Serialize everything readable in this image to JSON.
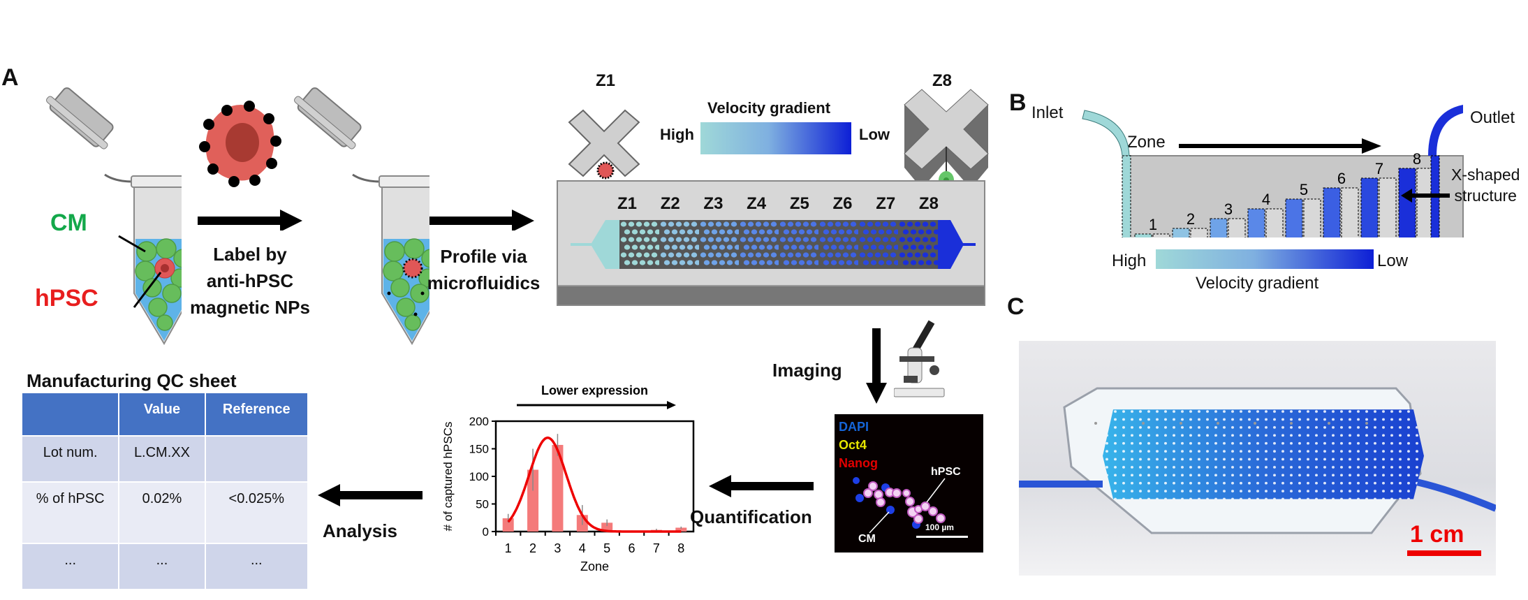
{
  "panels": {
    "a": "A",
    "b": "B",
    "c": "C"
  },
  "panel_a": {
    "tube_labels": {
      "cm": "CM",
      "hpsc": "hPSC"
    },
    "step1_label": [
      "Label by",
      "anti-hPSC",
      "magnetic NPs"
    ],
    "step2_label": [
      "Profile via",
      "microfluidics"
    ],
    "cross_z1": "Z1",
    "cross_z8": "Z8",
    "velocity_title": "Velocity gradient",
    "velocity_high": "High",
    "velocity_low": "Low",
    "zones": [
      "Z1",
      "Z2",
      "Z3",
      "Z4",
      "Z5",
      "Z6",
      "Z7",
      "Z8"
    ],
    "zone_colors": [
      "#9fd8d8",
      "#8fc3e3",
      "#6fa3e8",
      "#5a88e8",
      "#4b74e6",
      "#3b5fe3",
      "#2a48df",
      "#1a2fd9"
    ],
    "imaging_label": "Imaging",
    "quantification_label": "Quantification",
    "analysis_label": "Analysis",
    "fluorescence": {
      "dapi": "DAPI",
      "oct4": "Oct4",
      "nanog": "Nanog",
      "hpsc_label": "hPSC",
      "cm_label": "CM",
      "scale_bar": "100 µm",
      "colors": {
        "dapi": "#1565d8",
        "oct4": "#e6e600",
        "nanog": "#e00000"
      }
    },
    "qc_sheet": {
      "title": "Manufacturing QC sheet",
      "headers": [
        "",
        "Value",
        "Reference"
      ],
      "rows": [
        [
          "Lot num.",
          "L.CM.XX",
          ""
        ],
        [
          "% of hPSC",
          "0.02%",
          "<0.025%"
        ],
        [
          "...",
          "...",
          "..."
        ]
      ]
    }
  },
  "chart_data": {
    "type": "bar",
    "title": "Lower expression",
    "xlabel": "Zone",
    "ylabel": "# of captured hPSCs",
    "categories": [
      "1",
      "2",
      "3",
      "4",
      "5",
      "6",
      "7",
      "8"
    ],
    "values": [
      24,
      112,
      157,
      30,
      16,
      1,
      3,
      7
    ],
    "errors": [
      8,
      38,
      20,
      18,
      6,
      1,
      2,
      2
    ],
    "fit_curve": {
      "type": "gaussian",
      "peak": 170,
      "center_zone": 2.6,
      "sigma": 0.75
    },
    "ylim": [
      0,
      200
    ],
    "yticks": [
      0,
      50,
      100,
      150,
      200
    ],
    "bar_color": "#f47a7a",
    "curve_color": "#ee0000"
  },
  "panel_b": {
    "inlet": "Inlet",
    "outlet": "Outlet",
    "zone_label": "Zone",
    "zone_numbers": [
      "1",
      "2",
      "3",
      "4",
      "5",
      "6",
      "7",
      "8"
    ],
    "x_shaped": [
      "X-shaped",
      "structure"
    ],
    "velocity_high": "High",
    "velocity_low": "Low",
    "velocity_title": "Velocity gradient"
  },
  "panel_c": {
    "scale_bar": "1 cm",
    "scale_color": "#ee0000"
  }
}
